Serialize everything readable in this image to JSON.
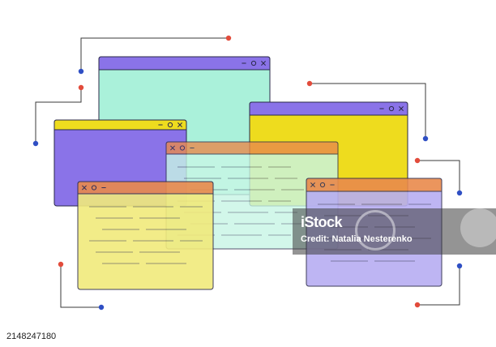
{
  "watermark": {
    "logo_text": "iStock",
    "credit": "Credit: Natalia Nesterenko"
  },
  "stock_id": "2148247180",
  "colors": {
    "outline": "#2b2a4a",
    "connector_line": "#3a3a3a",
    "dot_red": "#e24b3b",
    "dot_blue": "#2f4fc4",
    "window_mint": "#aaf1da",
    "window_purple_bar": "#8a73e8",
    "window_yellow": "#eedc1e",
    "window_orange_bar": "#e98a4c",
    "window_pale_yellow": "#f1ea7c"
  },
  "windows": [
    {
      "name": "window-mint-back",
      "body_color": "#aaf1da",
      "bar_color": "#8a73e8",
      "controls": "right",
      "opacity": 1
    },
    {
      "name": "window-yellow-right",
      "body_color": "#eedc1e",
      "bar_color": "#8a73e8",
      "controls": "right",
      "opacity": 1
    },
    {
      "name": "window-purple-left",
      "body_color": "#8a73e8",
      "bar_color": "#eedc1e",
      "controls": "right",
      "opacity": 1
    },
    {
      "name": "window-mint-center",
      "body_color": "#c8f6e6",
      "bar_color": "#e98a4c",
      "controls": "left",
      "opacity": 0.8
    },
    {
      "name": "window-yellow-front",
      "body_color": "#f1ea7c",
      "bar_color": "#e98a4c",
      "controls": "left",
      "opacity": 0.9
    },
    {
      "name": "window-lilac-right",
      "body_color": "#b7aef2",
      "bar_color": "#e98a4c",
      "controls": "left",
      "opacity": 0.9
    }
  ]
}
